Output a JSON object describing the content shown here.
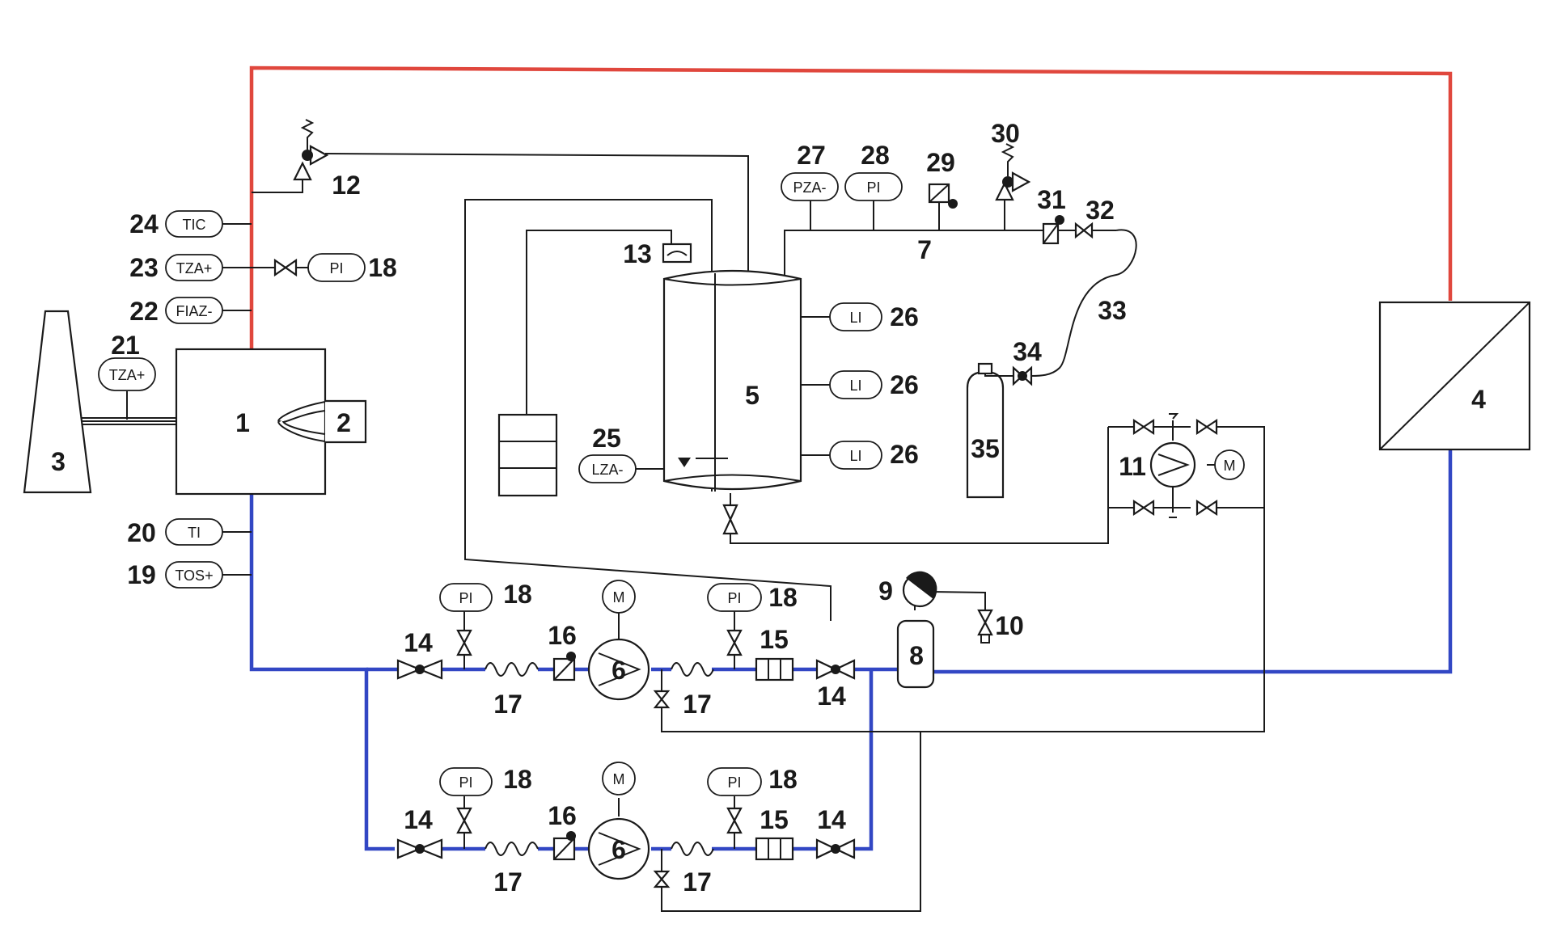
{
  "colors": {
    "hot_line": "#e0473d",
    "cold_line": "#3247c4",
    "line": "#1a1a1a"
  },
  "equipment": {
    "e1": "1",
    "e2": "2",
    "e3": "3",
    "e4": "4",
    "e5": "5",
    "e6a": "6",
    "e6b": "6",
    "e7": "7",
    "e8": "8",
    "e9": "9",
    "e10": "10",
    "e11": "11",
    "e12": "12",
    "e13": "13",
    "e14a": "14",
    "e14b": "14",
    "e14c": "14",
    "e14d": "14",
    "e15a": "15",
    "e15b": "15",
    "e16a": "16",
    "e16b": "16",
    "e17a": "17",
    "e17b": "17",
    "e17c": "17",
    "e17d": "17",
    "e18a": "18",
    "e18b": "18",
    "e18c": "18",
    "e18d": "18",
    "e18e": "18",
    "e19": "19",
    "e20": "20",
    "e21": "21",
    "e22": "22",
    "e23": "23",
    "e24": "24",
    "e25": "25",
    "e26a": "26",
    "e26b": "26",
    "e26c": "26",
    "e27": "27",
    "e28": "28",
    "e29": "29",
    "e30": "30",
    "e31": "31",
    "e32": "32",
    "e33": "33",
    "e34": "34",
    "e35": "35"
  },
  "instruments": {
    "tic": "TIC",
    "tza_plus_23": "TZA+",
    "fiaz": "FIAZ-",
    "tza_plus_21": "TZA+",
    "ti": "TI",
    "tos": "TOS+",
    "pza": "PZA-",
    "pi_28": "PI",
    "pi_18_top": "PI",
    "lza": "LZA-",
    "li_1": "LI",
    "li_2": "LI",
    "li_3": "LI",
    "pi_18a": "PI",
    "pi_18b": "PI",
    "pi_18c": "PI",
    "pi_18d": "PI",
    "motor_6a": "M",
    "motor_6b": "M",
    "motor_11": "M"
  }
}
